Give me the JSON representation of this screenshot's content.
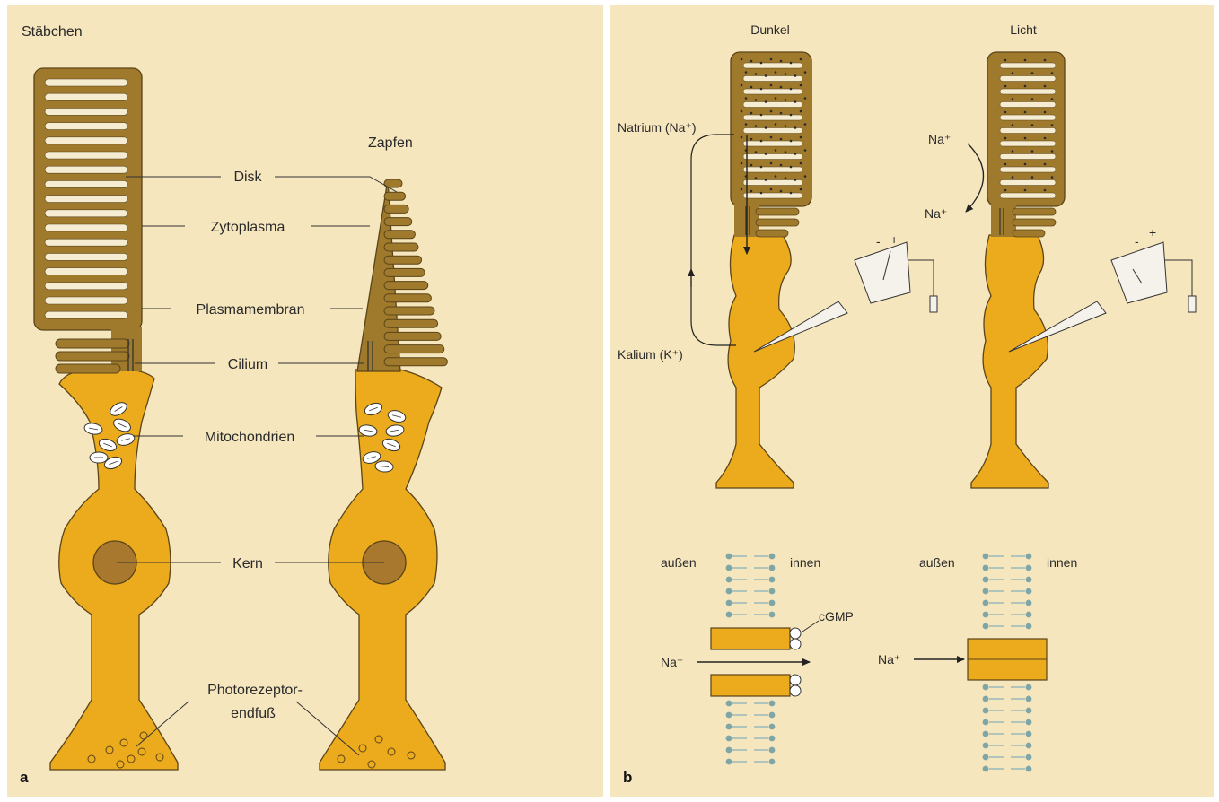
{
  "panel_a": {
    "letter": "a",
    "rod_title": "Stäbchen",
    "cone_title": "Zapfen",
    "labels": {
      "disk": "Disk",
      "cytoplasm": "Zytoplasma",
      "membrane": "Plasmamembran",
      "cilium": "Cilium",
      "mito": "Mitochondrien",
      "nucleus": "Kern",
      "endfoot_1": "Photorezeptor-",
      "endfoot_2": "endfuß"
    }
  },
  "panel_b": {
    "letter": "b",
    "dark_title": "Dunkel",
    "light_title": "Licht",
    "sodium": "Natrium (Na⁺)",
    "potassium": "Kalium (K⁺)",
    "na_top": "Na⁺",
    "na_bottom": "Na⁺",
    "meter_minus": "-",
    "meter_plus": "+",
    "outside": "außen",
    "inside": "innen",
    "cgmp": "cGMP",
    "na_channel_open": "Na⁺",
    "na_channel_closed": "Na⁺"
  },
  "colors": {
    "background": "#f6e6be",
    "outer_segment": "#9f7a2c",
    "inner_segment": "#ecab1c",
    "nucleus": "#a8782f",
    "disk": "#f5ecd2",
    "membrane_head": "#7fa6a6"
  }
}
